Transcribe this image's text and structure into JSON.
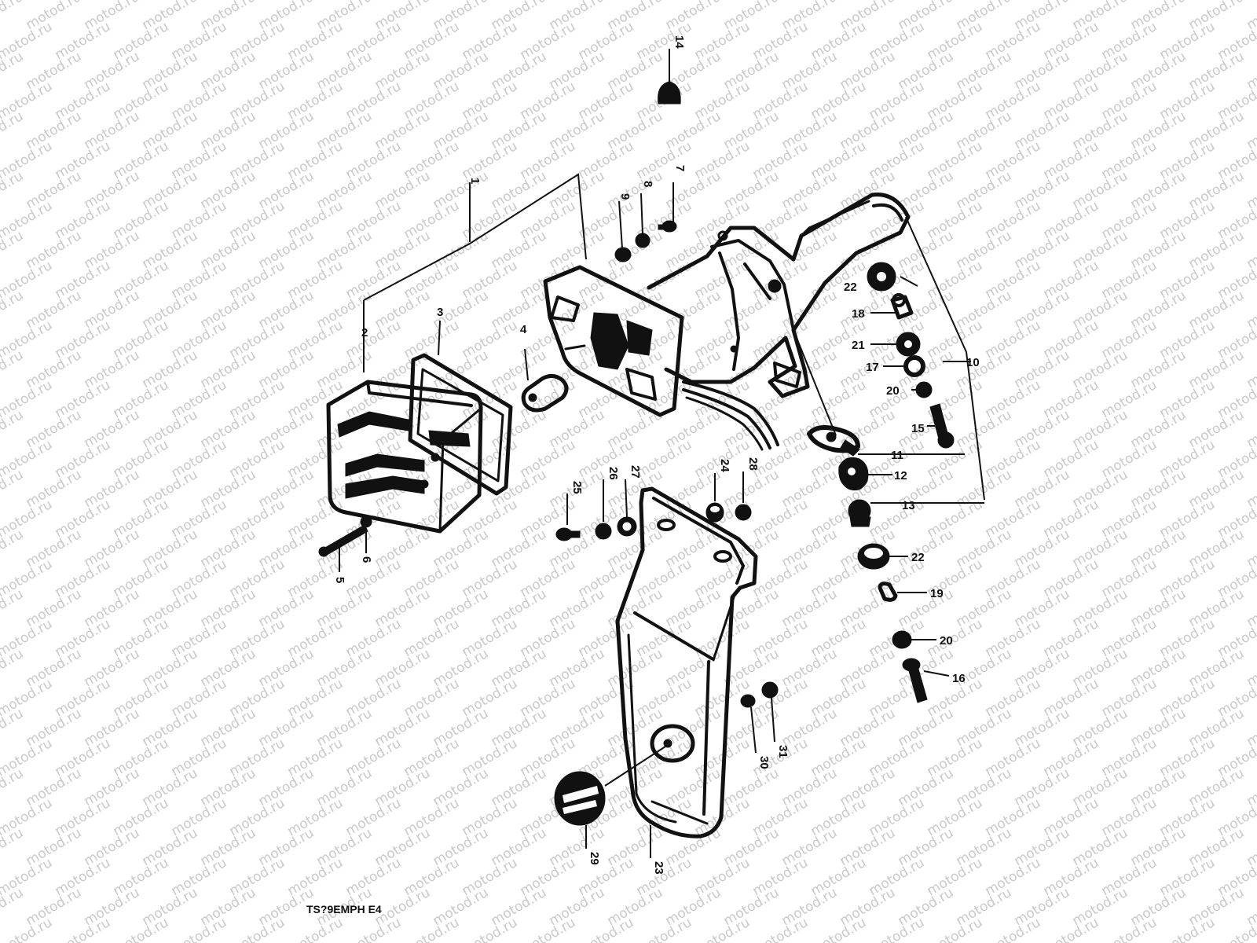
{
  "diagram": {
    "footer_code": "TS?9EMPH E4",
    "callouts": [
      "14",
      "7",
      "8",
      "9",
      "1",
      "2",
      "3",
      "4",
      "5",
      "6",
      "10",
      "11",
      "12",
      "13",
      "15",
      "16",
      "17",
      "18",
      "19",
      "20",
      "20",
      "21",
      "22",
      "22",
      "23",
      "24",
      "25",
      "26",
      "27",
      "28",
      "29",
      "30",
      "31"
    ]
  },
  "watermark": {
    "text": "motod.ru"
  },
  "colors": {
    "ink": "#111111",
    "watermark": "#c9c9c9",
    "background": "#ffffff"
  }
}
